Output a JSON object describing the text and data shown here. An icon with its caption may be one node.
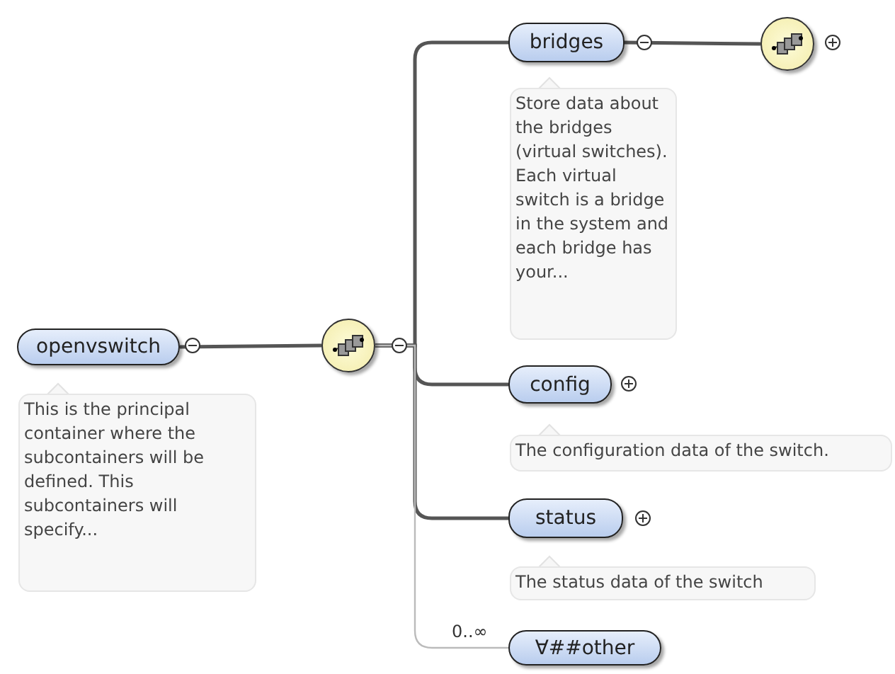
{
  "diagram": {
    "nodes": [
      {
        "text": [
          "openvswitch"
        ],
        "beside": [
          "This is the principal container where the subcontainers will be defined. This subcontainers will specify..."
        ]
      },
      {
        "text": [],
        "shape": "circle"
      },
      {
        "text": [
          "bridges"
        ],
        "beside": [
          "Store data about the bridges (virtual switches). Each virtual switch is a bridge in the system and each bridge has your..."
        ]
      },
      {
        "text": [],
        "shape": "circle"
      },
      {
        "text": [
          "config"
        ],
        "beside": [
          "The configuration data of the switch."
        ]
      },
      {
        "text": [
          "status"
        ],
        "beside": [
          "The status data of the switch"
        ]
      },
      {
        "text": [
          "∀##other"
        ]
      }
    ],
    "edges": [
      {
        "from": 0,
        "to": 1,
        "arrow": "none"
      },
      {
        "from": 1,
        "to": 2,
        "arrow": "none"
      },
      {
        "from": 2,
        "to": 3,
        "arrow": "none"
      },
      {
        "from": 1,
        "to": 4,
        "arrow": "none"
      },
      {
        "from": 1,
        "to": 5,
        "arrow": "none"
      },
      {
        "from": 1,
        "to": 6,
        "arrow": "none",
        "label": "0..∞",
        "color": "#bbbbbb"
      }
    ]
  }
}
